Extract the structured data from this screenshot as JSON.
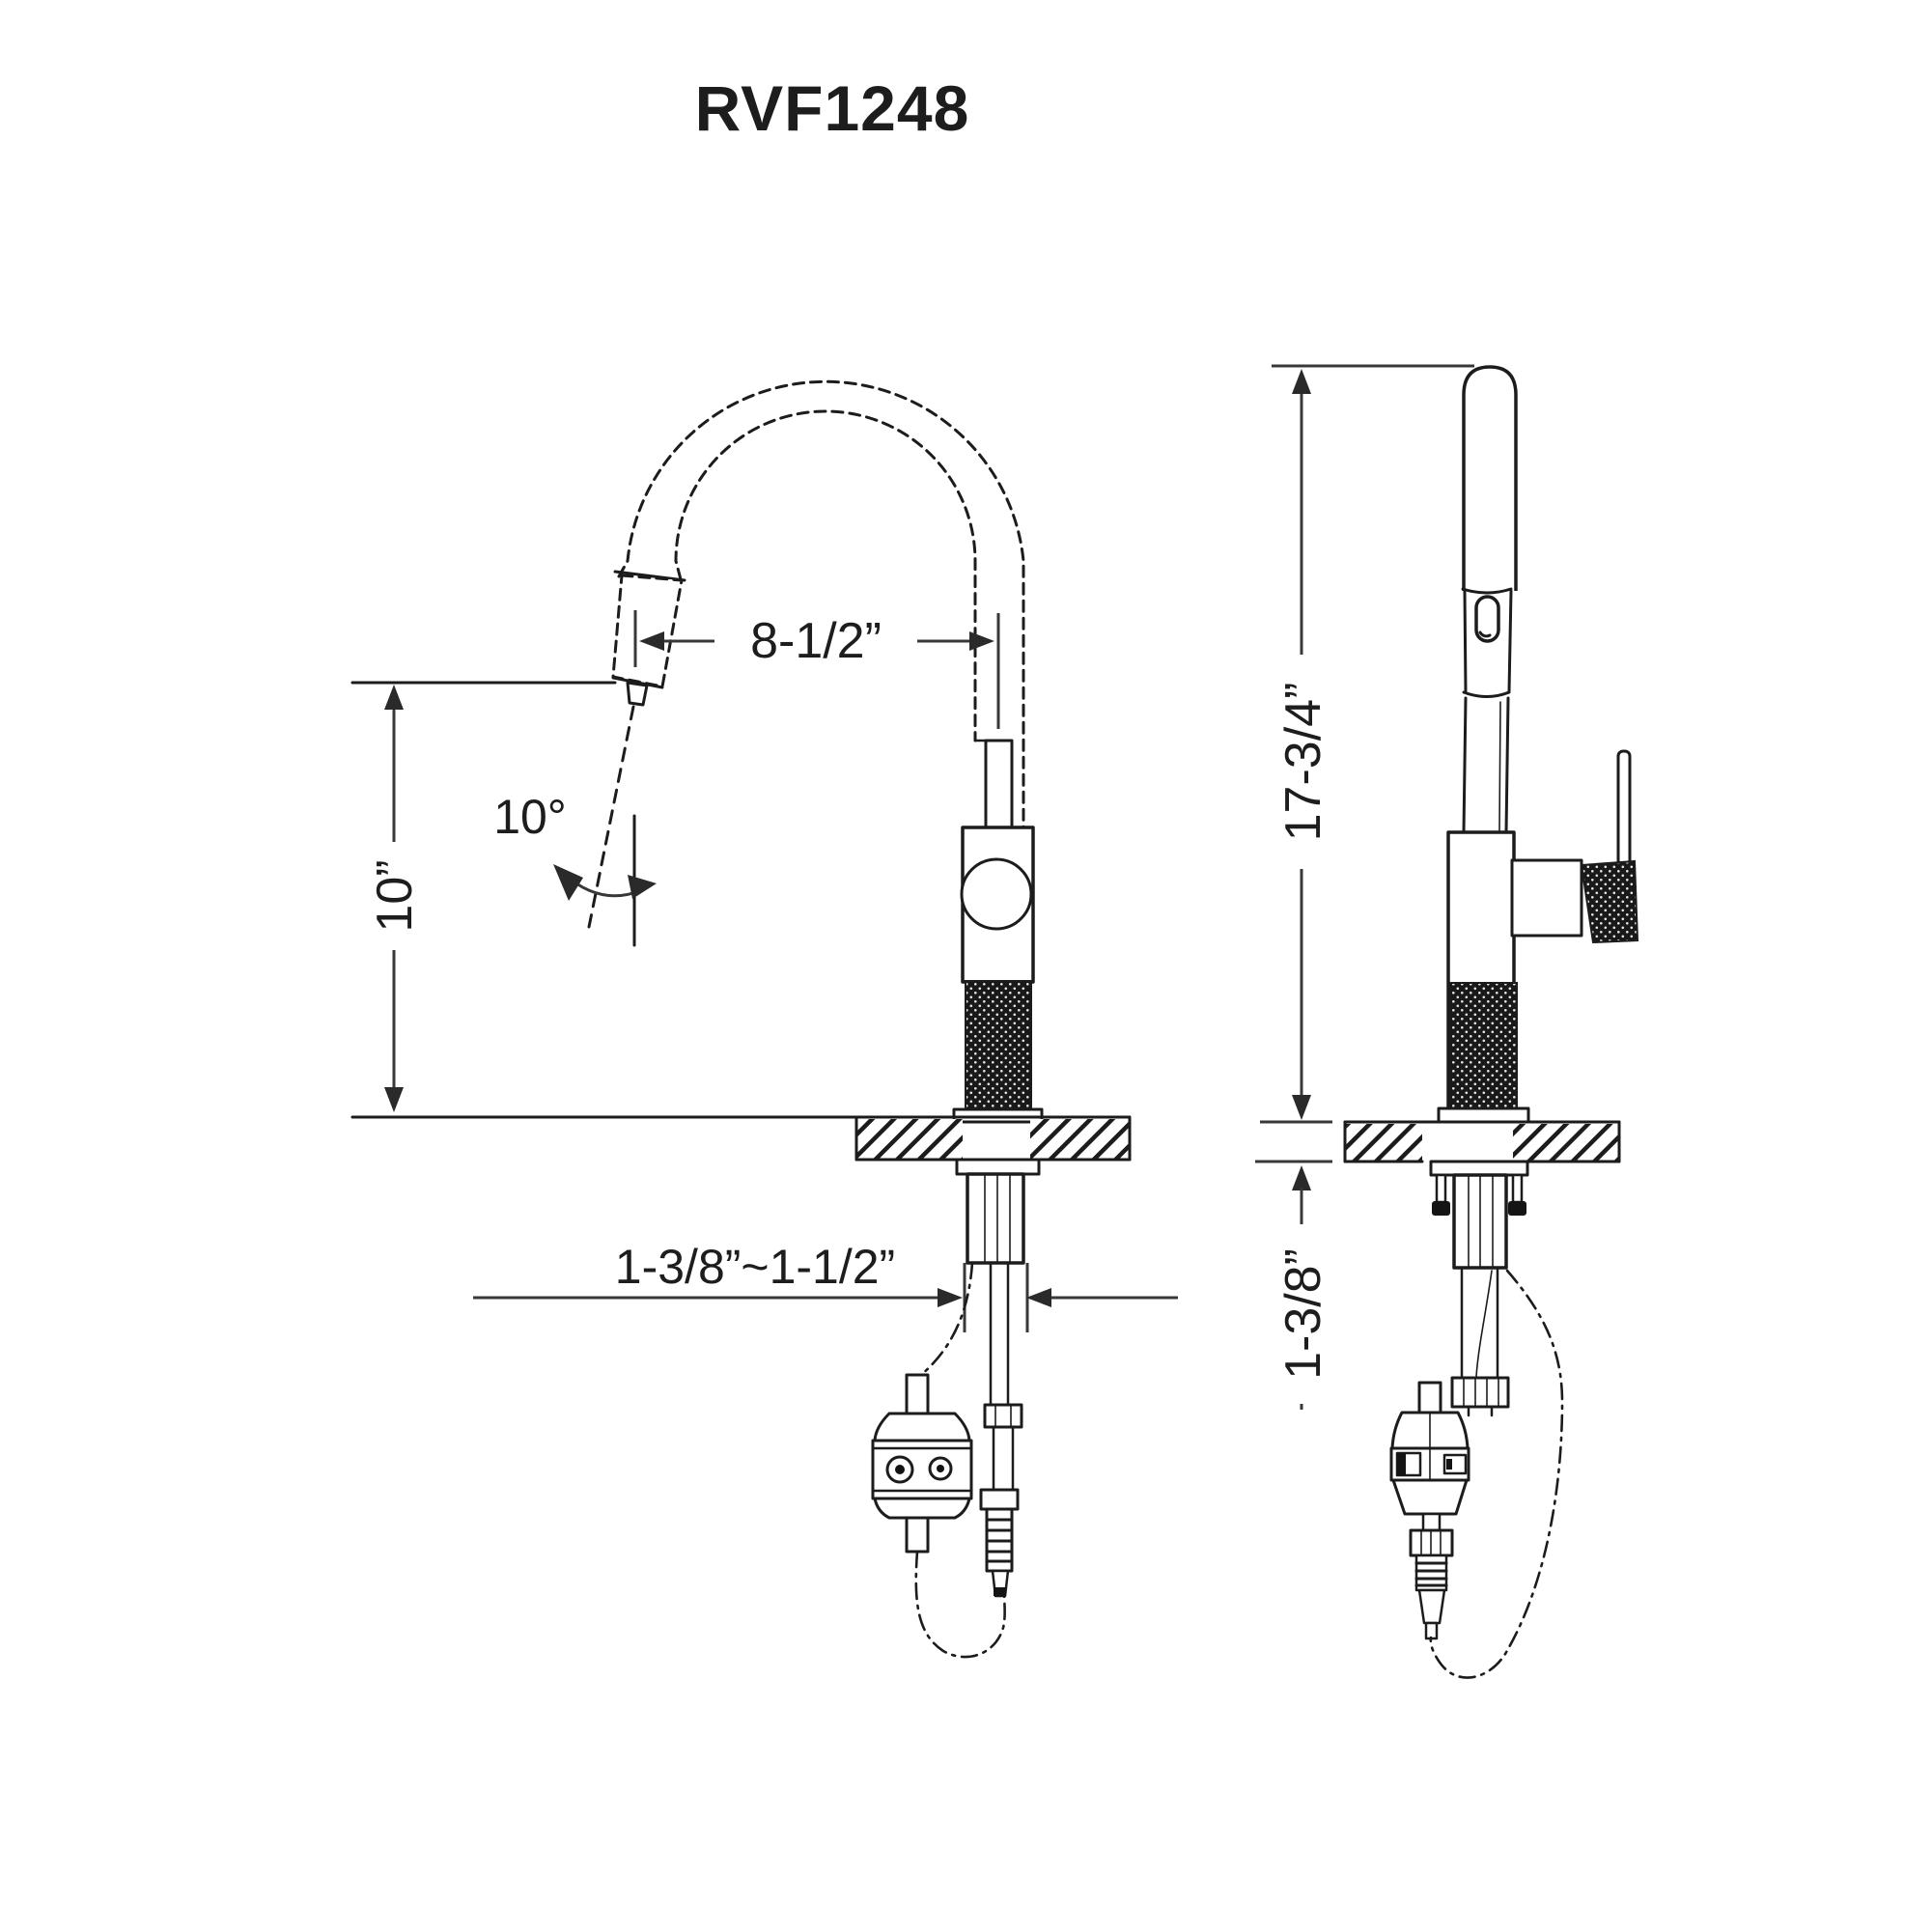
{
  "title": "RVF1248",
  "drawing": {
    "front_view": {
      "spout_reach_label": "8-1/2”",
      "spout_height_label": "10”",
      "swivel_angle_label": "10°",
      "mounting_hole_label": "1-3/8”~1-1/2”"
    },
    "side_view": {
      "overall_height_label": "17-3/4”",
      "deck_thickness_label": "1-3/8”"
    }
  },
  "colors": {
    "background": "#ffffff",
    "line": "#1c1c1c",
    "dimension": "#383838",
    "knurl_fill": "#191919"
  }
}
